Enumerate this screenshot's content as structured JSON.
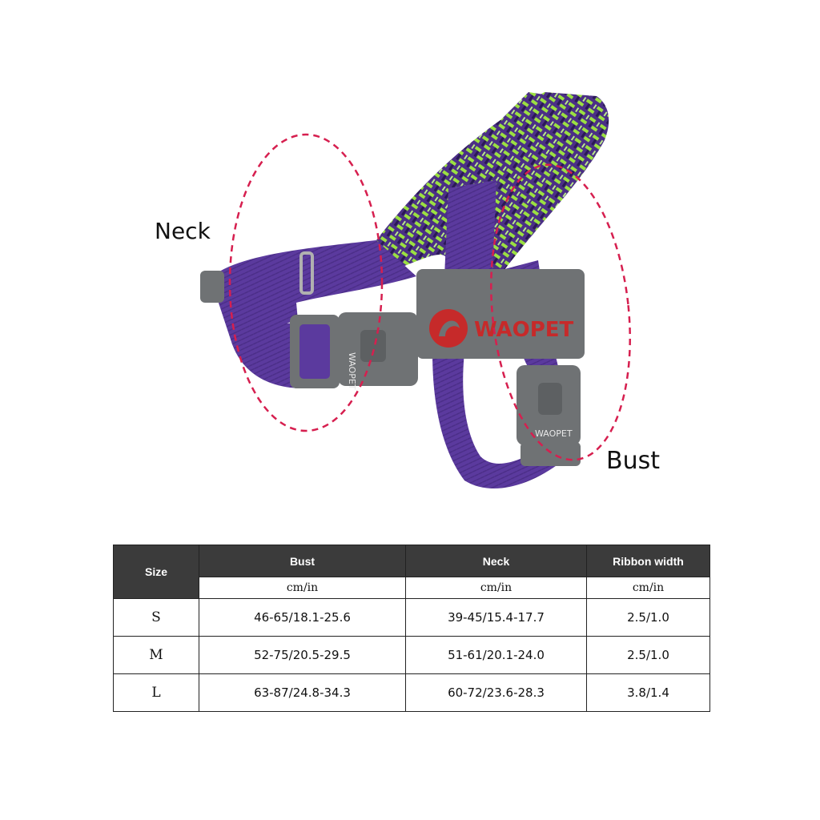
{
  "image_labels": {
    "neck": "Neck",
    "bust": "Bust"
  },
  "branding": {
    "logo_text": "WAOPET",
    "buckle_text": "WAOPET"
  },
  "colors": {
    "strap_purple": "#5b3a9e",
    "pattern_green": "#9be041",
    "buckle_gray": "#6f7274",
    "logo_red": "#c62a2a",
    "dashed_ellipse": "#d61f4f",
    "table_header": "#3b3b3b"
  },
  "table": {
    "headers": {
      "size": "Size",
      "bust": "Bust",
      "neck": "Neck",
      "ribbon": "Ribbon width"
    },
    "units": {
      "bust": "cm/in",
      "neck": "cm/in",
      "ribbon": "cm/in"
    },
    "rows": [
      {
        "size": "S",
        "bust": "46-65/18.1-25.6",
        "neck": "39-45/15.4-17.7",
        "ribbon": "2.5/1.0"
      },
      {
        "size": "M",
        "bust": "52-75/20.5-29.5",
        "neck": "51-61/20.1-24.0",
        "ribbon": "2.5/1.0"
      },
      {
        "size": "L",
        "bust": "63-87/24.8-34.3",
        "neck": "60-72/23.6-28.3",
        "ribbon": "3.8/1.4"
      }
    ]
  }
}
